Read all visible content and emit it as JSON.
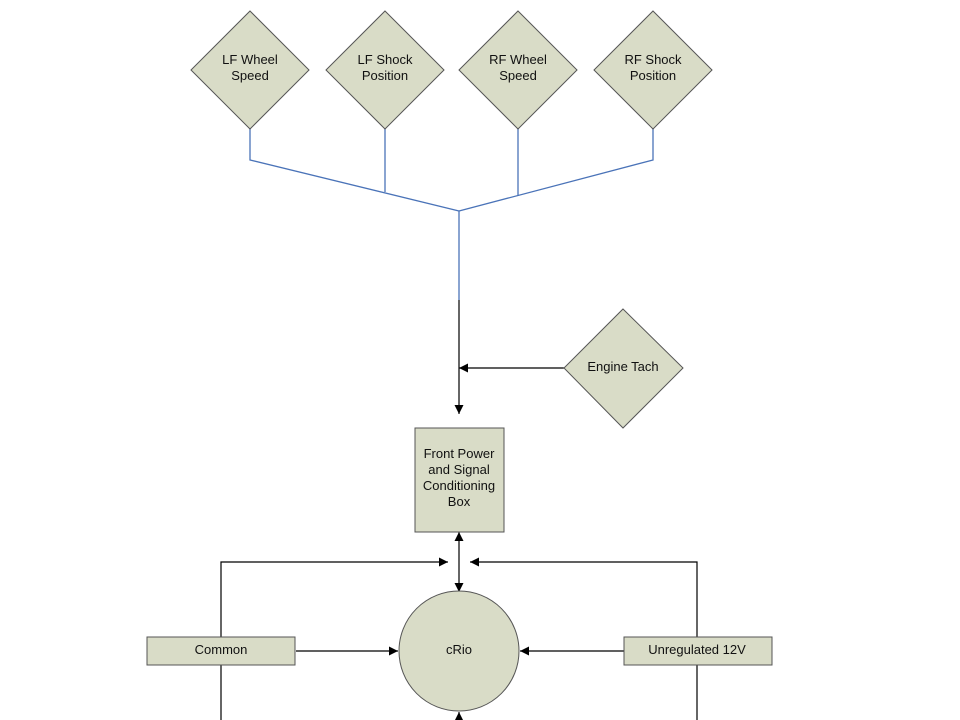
{
  "colors": {
    "node_fill": "#d9dcc7",
    "node_stroke": "#555555",
    "wire_blue": "#4a73b8",
    "wire_black": "#000000",
    "background": "#ffffff"
  },
  "sensors": {
    "lf_wheel_speed": [
      "LF Wheel",
      "Speed"
    ],
    "lf_shock_position": [
      "LF Shock",
      "Position"
    ],
    "rf_wheel_speed": [
      "RF Wheel",
      "Speed"
    ],
    "rf_shock_position": [
      "RF Shock",
      "Position"
    ],
    "engine_tach": [
      "Engine Tach"
    ]
  },
  "boxes": {
    "front_power_box": [
      "Front Power",
      "and Signal",
      "Conditioning",
      "Box"
    ],
    "common": [
      "Common"
    ],
    "unregulated_12v": [
      "Unregulated 12V"
    ],
    "crio": [
      "cRio"
    ]
  }
}
